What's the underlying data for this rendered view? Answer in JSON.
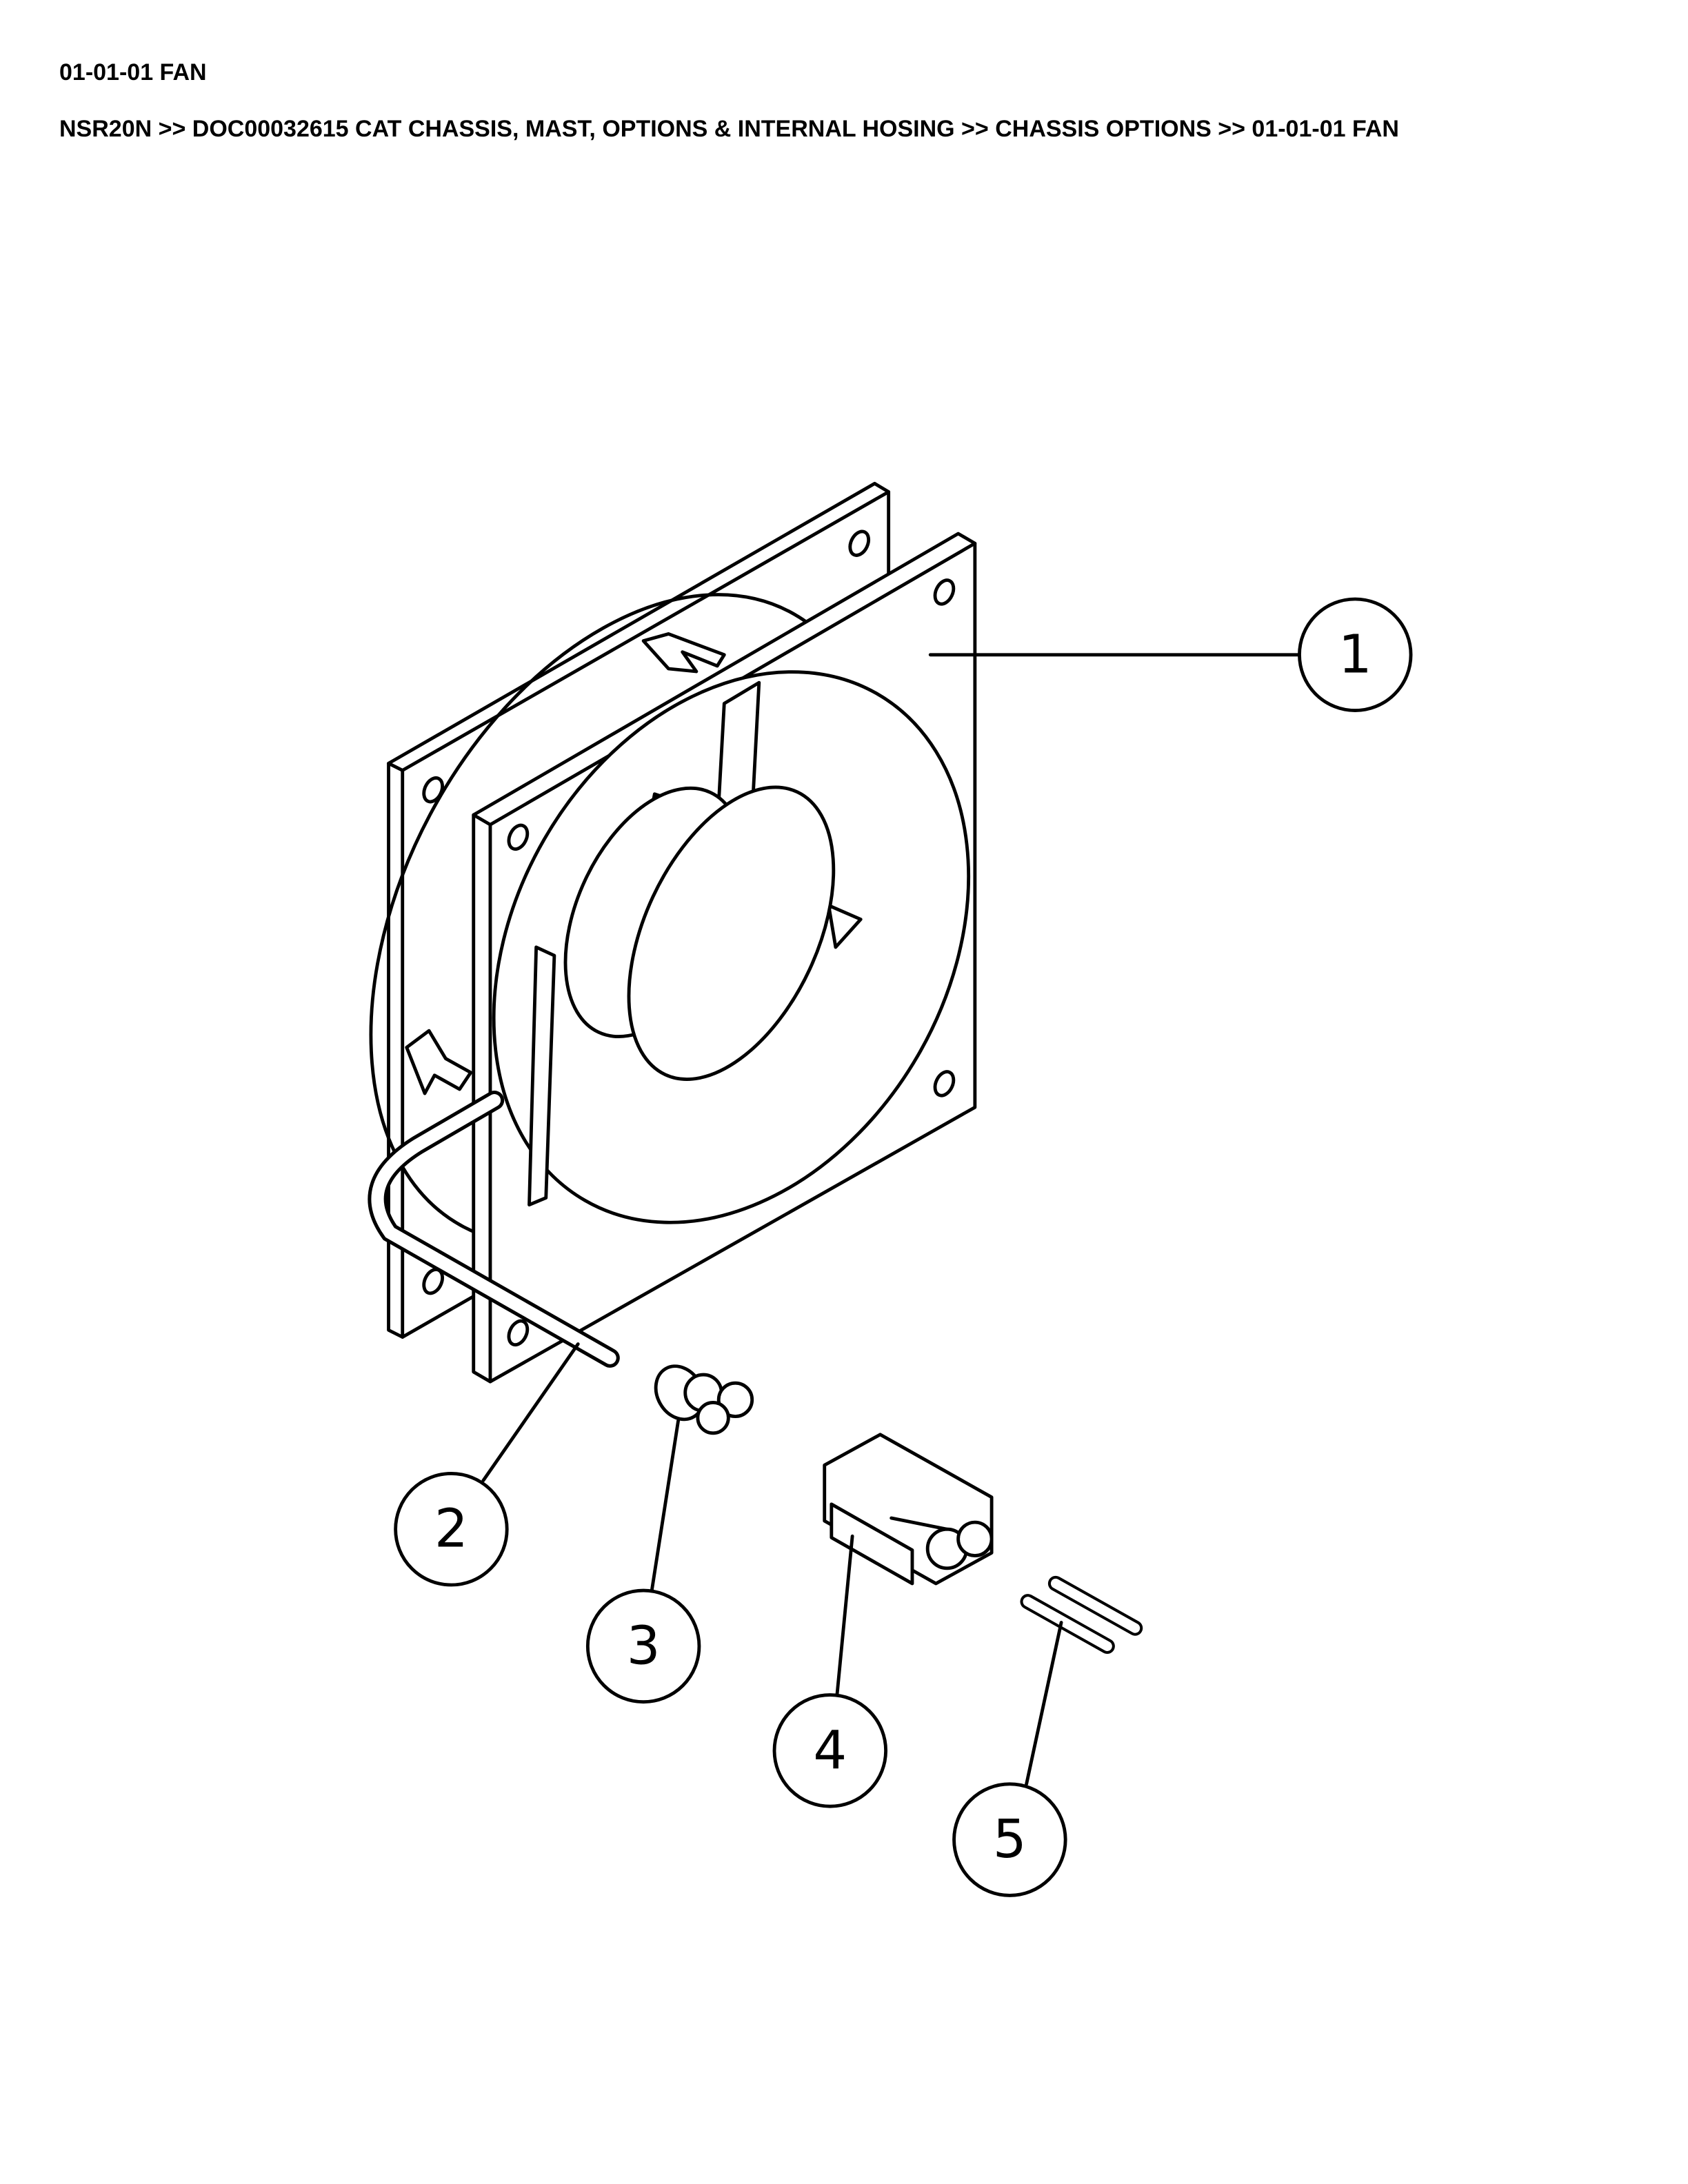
{
  "header": {
    "title": "01-01-01 FAN",
    "breadcrumb": "NSR20N >> DOC00032615 CAT CHASSIS, MAST, OPTIONS & INTERNAL HOSING >> CHASSIS OPTIONS >> 01-01-01 FAN"
  },
  "callouts": [
    "1",
    "2",
    "3",
    "4",
    "5"
  ]
}
